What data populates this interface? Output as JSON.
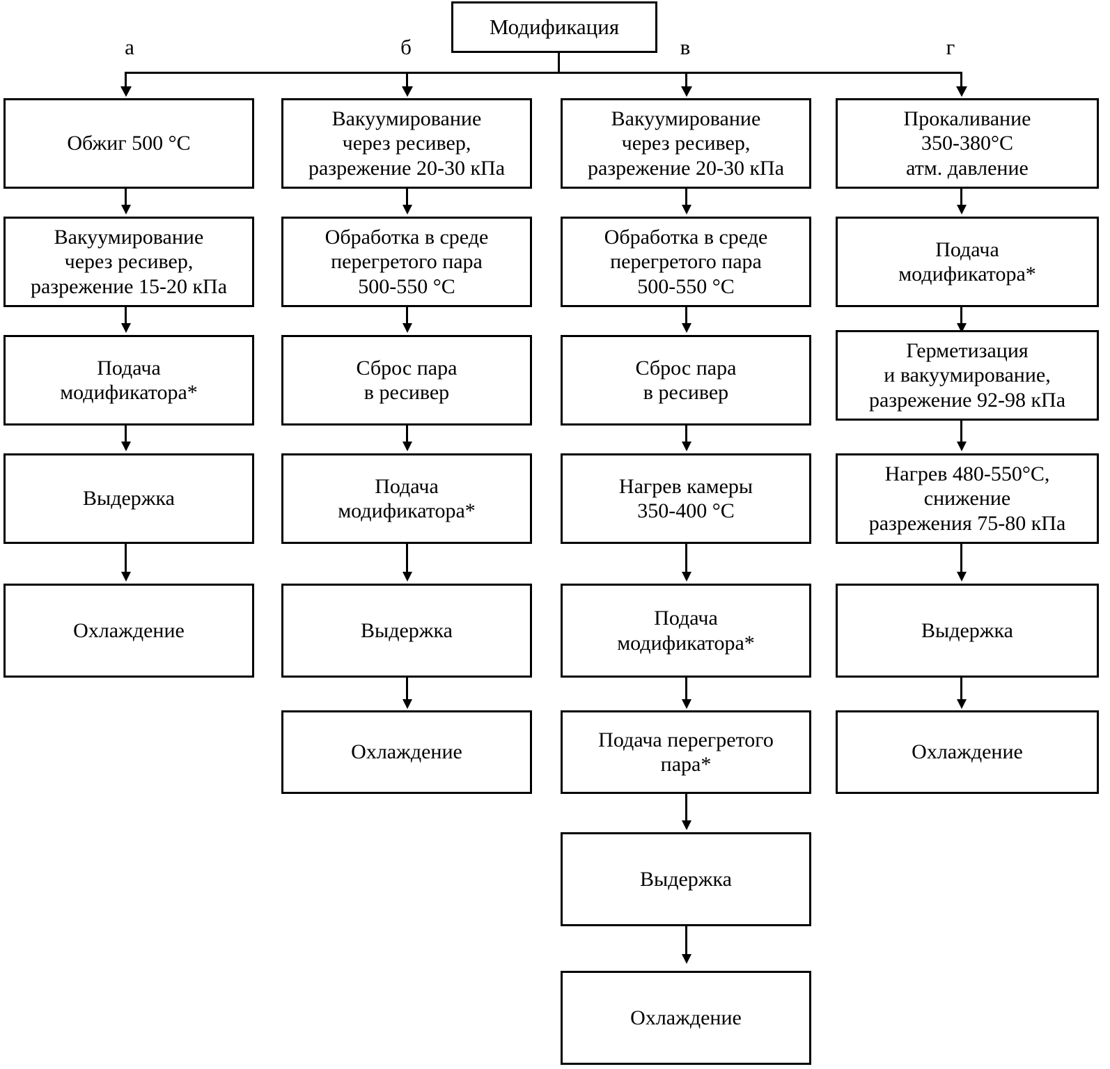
{
  "diagram": {
    "title": "Модификация",
    "branch_letters": [
      "а",
      "б",
      "в",
      "г"
    ],
    "columns": [
      {
        "letter": "а",
        "steps": [
          "Обжиг 500 °С",
          "Вакуумирование\nчерез ресивер,\nразрежение 15-20 кПа",
          "Подача\nмодификатора*",
          "Выдержка",
          "Охлаждение"
        ]
      },
      {
        "letter": "б",
        "steps": [
          "Вакуумирование\nчерез ресивер,\nразрежение 20-30 кПа",
          "Обработка в среде\nперегретого пара\n500-550 °С",
          "Сброс пара\nв ресивер",
          "Подача\nмодификатора*",
          "Выдержка",
          "Охлаждение"
        ]
      },
      {
        "letter": "в",
        "steps": [
          "Вакуумирование\nчерез ресивер,\nразрежение 20-30 кПа",
          "Обработка в среде\nперегретого пара\n500-550 °С",
          "Сброс пара\nв ресивер",
          "Нагрев камеры\n350-400 °С",
          "Подача\nмодификатора*",
          "Подача перегретого\nпара*",
          "Выдержка",
          "Охлаждение"
        ]
      },
      {
        "letter": "г",
        "steps": [
          "Прокаливание\n350-380°С\nатм. давление",
          "Подача\nмодификатора*",
          "Герметизация\nи вакуумирование,\nразрежение 92-98 кПа",
          "Нагрев 480-550°С,\nснижение\nразрежения 75-80 кПа",
          "Выдержка",
          "Охлаждение"
        ]
      }
    ]
  }
}
